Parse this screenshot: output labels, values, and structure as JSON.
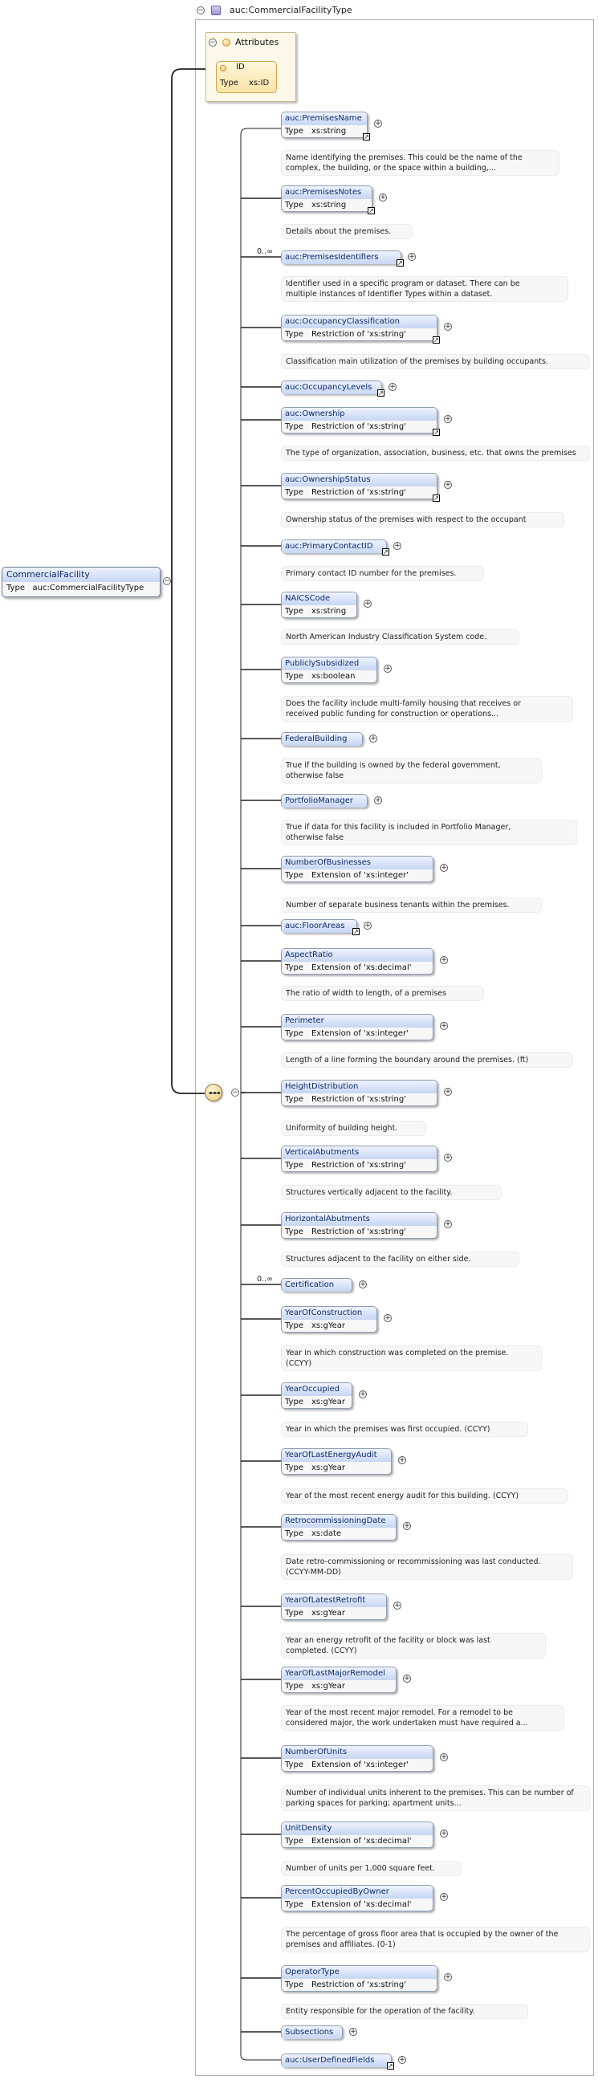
{
  "complex_type": {
    "title": "auc:CommercialFacilityType"
  },
  "root_element": {
    "name": "CommercialFacility",
    "type_label": "Type",
    "type_value": "auc:CommercialFacilityType"
  },
  "attributes": {
    "title": "Attributes",
    "items": [
      {
        "name": "ID",
        "type_label": "Type",
        "type_value": "xs:ID"
      }
    ]
  },
  "elements": [
    {
      "name": "auc:PremisesName",
      "type": "xs:string",
      "ref": true,
      "cardinality": "",
      "doc": [
        "Name identifying the premises. This could be the name of the",
        "complex, the building, or the space within a building,..."
      ]
    },
    {
      "name": "auc:PremisesNotes",
      "type": "xs:string",
      "ref": true,
      "cardinality": "",
      "doc": [
        "Details about the premises."
      ]
    },
    {
      "name": "auc:PremisesIdentifiers",
      "type": "",
      "ref": true,
      "cardinality": "0..∞",
      "doc": [
        "Identifier used in a specific program or dataset. There can be",
        "multiple instances of Identifier Types within a dataset."
      ]
    },
    {
      "name": "auc:OccupancyClassification",
      "type": "Restriction of 'xs:string'",
      "ref": true,
      "cardinality": "",
      "doc": [
        "Classification main utilization of the premises by building occupants."
      ]
    },
    {
      "name": "auc:OccupancyLevels",
      "type": "",
      "ref": true,
      "cardinality": "",
      "doc": []
    },
    {
      "name": "auc:Ownership",
      "type": "Restriction of 'xs:string'",
      "ref": true,
      "cardinality": "",
      "doc": [
        "The type of organization, association, business, etc. that owns the premises"
      ]
    },
    {
      "name": "auc:OwnershipStatus",
      "type": "Restriction of 'xs:string'",
      "ref": true,
      "cardinality": "",
      "doc": [
        "Ownership status of the premises with respect to the occupant"
      ]
    },
    {
      "name": "auc:PrimaryContactID",
      "type": "",
      "ref": true,
      "cardinality": "",
      "doc": [
        "Primary contact ID number for the premises."
      ]
    },
    {
      "name": "NAICSCode",
      "type": "xs:string",
      "ref": false,
      "cardinality": "",
      "doc": [
        "North American Industry Classification System code."
      ]
    },
    {
      "name": "PubliclySubsidized",
      "type": "xs:boolean",
      "ref": false,
      "cardinality": "",
      "doc": [
        "Does the facility include multi-family housing that receives or",
        "received public funding for construction or operations..."
      ]
    },
    {
      "name": "FederalBuilding",
      "type": "",
      "ref": false,
      "cardinality": "",
      "doc": [
        "True if the building is owned by the federal government,",
        "otherwise false"
      ]
    },
    {
      "name": "PortfolioManager",
      "type": "",
      "ref": false,
      "cardinality": "",
      "doc": [
        "True if data for this facility is included in Portfolio Manager,",
        "otherwise false"
      ]
    },
    {
      "name": "NumberOfBusinesses",
      "type": "Extension of 'xs:integer'",
      "ref": false,
      "cardinality": "",
      "doc": [
        "Number of separate business tenants within the premises."
      ]
    },
    {
      "name": "auc:FloorAreas",
      "type": "",
      "ref": true,
      "cardinality": "",
      "doc": []
    },
    {
      "name": "AspectRatio",
      "type": "Extension of 'xs:decimal'",
      "ref": false,
      "cardinality": "",
      "doc": [
        "The ratio of width to length, of a premises"
      ]
    },
    {
      "name": "Perimeter",
      "type": "Extension of 'xs:integer'",
      "ref": false,
      "cardinality": "",
      "doc": [
        "Length of a line forming the boundary around the premises. (ft)"
      ]
    },
    {
      "name": "HeightDistribution",
      "type": "Restriction of 'xs:string'",
      "ref": false,
      "cardinality": "",
      "doc": [
        "Uniformity of building height."
      ]
    },
    {
      "name": "VerticalAbutments",
      "type": "Restriction of 'xs:string'",
      "ref": false,
      "cardinality": "",
      "doc": [
        "Structures vertically adjacent to the facility."
      ]
    },
    {
      "name": "HorizontalAbutments",
      "type": "Restriction of 'xs:string'",
      "ref": false,
      "cardinality": "",
      "doc": [
        "Structures adjacent to the facility on either side."
      ]
    },
    {
      "name": "Certification",
      "type": "",
      "ref": false,
      "cardinality": "0..∞",
      "doc": []
    },
    {
      "name": "YearOfConstruction",
      "type": "xs:gYear",
      "ref": false,
      "cardinality": "",
      "doc": [
        "Year in which construction was completed on the premise.",
        "(CCYY)"
      ]
    },
    {
      "name": "YearOccupied",
      "type": "xs:gYear",
      "ref": false,
      "cardinality": "",
      "doc": [
        "Year in which the premises was first occupied. (CCYY)"
      ]
    },
    {
      "name": "YearOfLastEnergyAudit",
      "type": "xs:gYear",
      "ref": false,
      "cardinality": "",
      "doc": [
        "Year of the most recent energy audit for this building. (CCYY)"
      ]
    },
    {
      "name": "RetrocommissioningDate",
      "type": "xs:date",
      "ref": false,
      "cardinality": "",
      "doc": [
        "Date retro-commissioning or recommissioning was last conducted.",
        "(CCYY-MM-DD)"
      ]
    },
    {
      "name": "YearOfLatestRetrofit",
      "type": "xs:gYear",
      "ref": false,
      "cardinality": "",
      "doc": [
        "Year an energy retrofit of the facility or block was last",
        "completed. (CCYY)"
      ]
    },
    {
      "name": "YearOfLastMajorRemodel",
      "type": "xs:gYear",
      "ref": false,
      "cardinality": "",
      "doc": [
        "Year of the most recent major remodel. For a remodel to be",
        "considered major, the work undertaken must have required a..."
      ]
    },
    {
      "name": "NumberOfUnits",
      "type": "Extension of 'xs:integer'",
      "ref": false,
      "cardinality": "",
      "doc": [
        "Number of individual units inherent to the premises. This can be number of",
        "parking spaces for parking; apartment units..."
      ]
    },
    {
      "name": "UnitDensity",
      "type": "Extension of 'xs:decimal'",
      "ref": false,
      "cardinality": "",
      "doc": [
        "Number of units per 1,000 square feet."
      ]
    },
    {
      "name": "PercentOccupiedByOwner",
      "type": "Extension of 'xs:decimal'",
      "ref": false,
      "cardinality": "",
      "doc": [
        "The percentage of gross floor area that is occupied by the owner of the",
        "premises and affiliates. (0-1)"
      ]
    },
    {
      "name": "OperatorType",
      "type": "Restriction of 'xs:string'",
      "ref": false,
      "cardinality": "",
      "doc": [
        "Entity responsible for the operation of the facility."
      ]
    },
    {
      "name": "Subsections",
      "type": "",
      "ref": false,
      "cardinality": "",
      "doc": []
    },
    {
      "name": "auc:UserDefinedFields",
      "type": "",
      "ref": true,
      "cardinality": "",
      "doc": []
    }
  ],
  "labels": {
    "type_key": "Type"
  },
  "colors": {
    "element_header": "#c7d6f3",
    "element_name_text": "#0d2b6b",
    "attribute_fill": "#fbe3a6",
    "frame_border": "#b3b3b3"
  }
}
